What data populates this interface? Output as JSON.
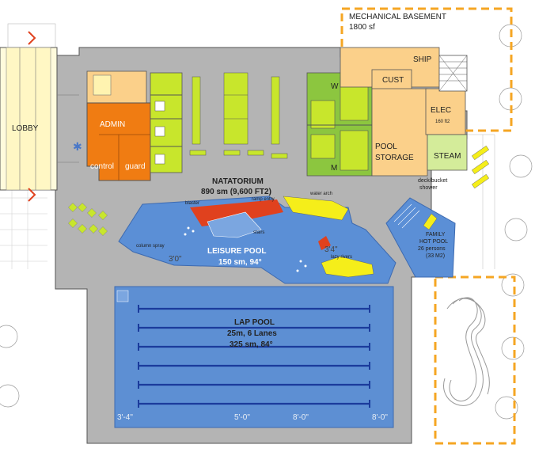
{
  "rooms": {
    "mechanical_basement": {
      "name": "MECHANICAL BASEMENT",
      "area": "1800 sf"
    },
    "lobby": "LOBBY",
    "admin": "ADMIN",
    "control": "control",
    "guard": "guard",
    "ship": "SHIP",
    "cust": "CUST",
    "elec": {
      "name": "ELEC",
      "area": "160 ft2"
    },
    "pool_storage": {
      "line1": "POOL",
      "line2": "STORAGE"
    },
    "steam": "STEAM",
    "deck_shower": {
      "line1": "deck/bucket",
      "line2": "shower"
    },
    "locker_w": "W",
    "locker_m": "M"
  },
  "natatorium": {
    "name": "NATATORIUM",
    "area": "890 sm (9,600 FT2)"
  },
  "leisure_pool": {
    "name": "LEISURE POOL",
    "specs": "150 sm, 94°",
    "features": {
      "blaster": "blaster",
      "ramp_entry": "ramp entry",
      "water_arch": "water arch",
      "stairs": "stairs",
      "column_spray": "column spray",
      "lazy_rivers": "lazy rivers"
    },
    "depths": {
      "a": "3'0\"",
      "b": "3'4\""
    }
  },
  "family_pool": {
    "line1": "FAMILY",
    "line2": "HOT POOL",
    "line3": "26 persons",
    "line4": "(33 M2)"
  },
  "lap_pool": {
    "name": "LAP POOL",
    "line2": "25m, 6 Lanes",
    "line3": "325 sm, 84°",
    "lanes": 6,
    "depths": {
      "a": "3'-4\"",
      "b": "5'-0\"",
      "c": "8'-0\"",
      "d": "8'-0\""
    }
  },
  "colors": {
    "floor": "#b4b4b4",
    "admin": "#f07c12",
    "locker": "#c8e62c",
    "locker_dark": "#8cc63f",
    "service": "#fbd08a",
    "pool_blue": "#5b8fd6",
    "lap_blue": "#5d8fd3",
    "lane": "#1b3b9c",
    "feature_red": "#e0411e",
    "feature_yellow": "#f5ee1a",
    "mech_outline": "#f5a623"
  }
}
